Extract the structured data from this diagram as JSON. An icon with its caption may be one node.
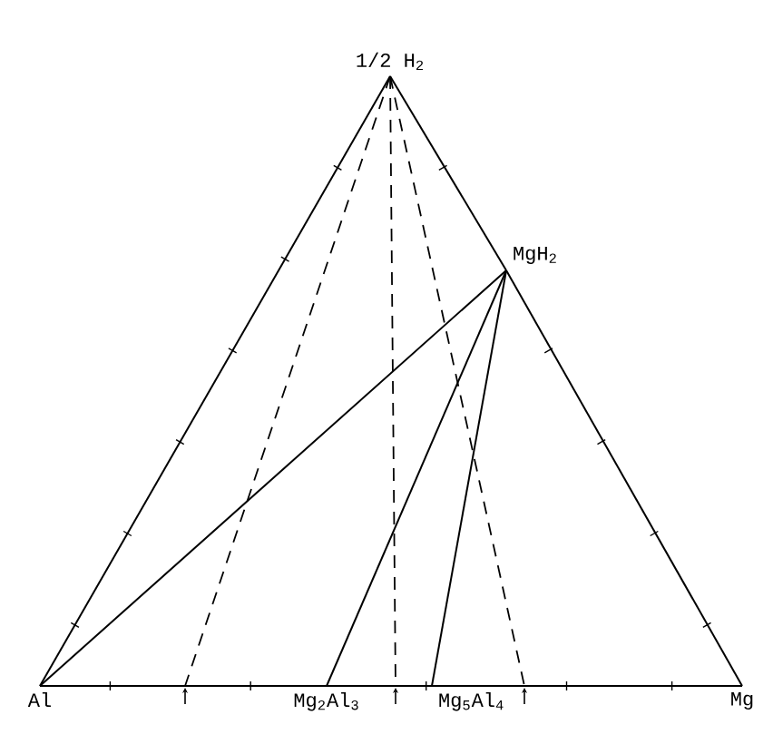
{
  "diagram": {
    "nodes": [
      {
        "text": [
          "1/2 H$_{2}$"
        ]
      },
      {
        "text": [
          "MgH$_{2}$"
        ]
      },
      {
        "text": [
          "Al"
        ]
      },
      {
        "text": [
          "Mg"
        ]
      },
      {
        "text": [
          "Mg$_{2}$Al$_{3}$"
        ]
      },
      {
        "text": [
          "Mg$_{5}$Al$_{4}$"
        ]
      },
      {
        "text": [],
        "shape": "arrow"
      },
      {
        "text": [],
        "shape": "arrow"
      },
      {
        "text": [],
        "shape": "arrow"
      }
    ],
    "edges": [
      {
        "from": 0,
        "to": 2,
        "arrow": "none"
      },
      {
        "from": 0,
        "to": 1,
        "arrow": "none"
      },
      {
        "from": 1,
        "to": 3,
        "arrow": "none"
      },
      {
        "from": 2,
        "to": 3,
        "arrow": "none"
      },
      {
        "from": 2,
        "to": 1,
        "arrow": "none"
      },
      {
        "from": 4,
        "to": 1,
        "arrow": "none"
      },
      {
        "from": 5,
        "to": 1,
        "arrow": "none"
      },
      {
        "from": 0,
        "to": 6,
        "arrow": "none",
        "style": "dashed"
      },
      {
        "from": 0,
        "to": 7,
        "arrow": "none",
        "style": "dashed"
      },
      {
        "from": 0,
        "to": 8,
        "arrow": "none",
        "style": "dashed"
      }
    ]
  }
}
